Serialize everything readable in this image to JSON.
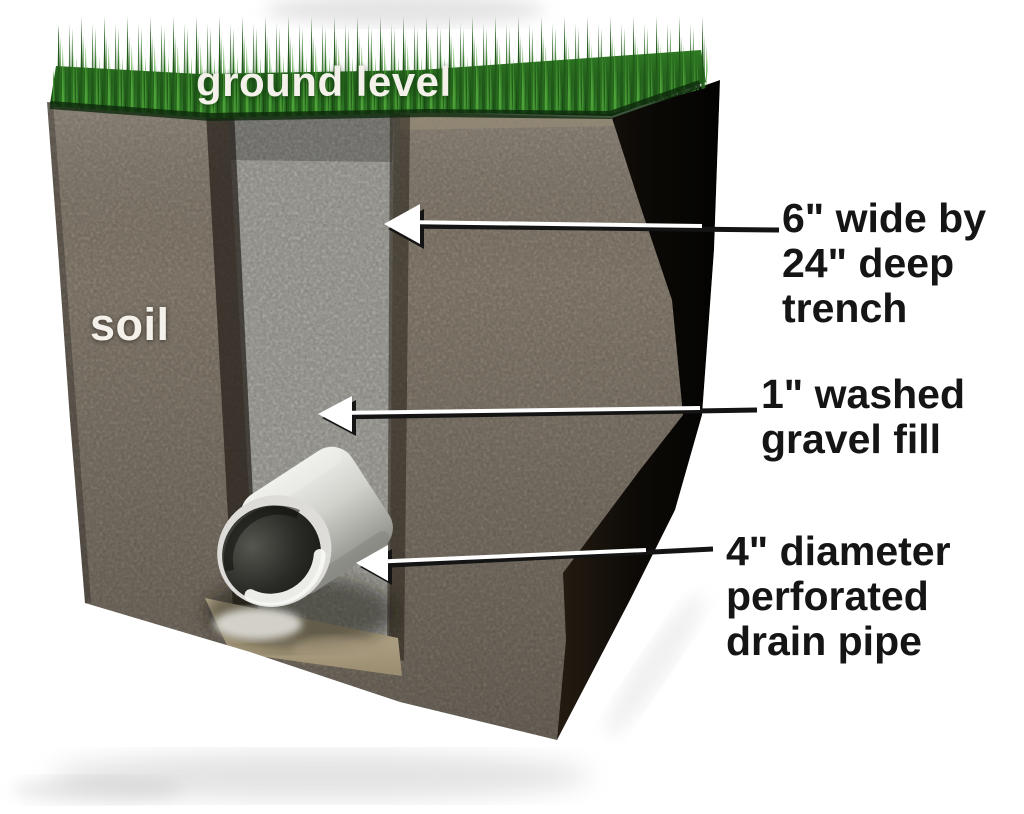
{
  "diagram": {
    "subject": "Trench drain cross-section diagram",
    "ground_level_label": "ground level",
    "soil_label": "soil",
    "annotations": [
      {
        "id": "trench-size",
        "lines": [
          "6\" wide by",
          "24\" deep",
          "trench"
        ]
      },
      {
        "id": "gravel-fill",
        "lines": [
          "1\" washed",
          "gravel fill"
        ]
      },
      {
        "id": "drain-pipe",
        "lines": [
          "4\" diameter",
          "perforated",
          "drain pipe"
        ]
      }
    ],
    "colors": {
      "background": "#ffffff",
      "grass": "#2d6b23",
      "soil": "#6f675c",
      "gravel": "#85847e",
      "shadow_face": "#120d09",
      "pipe": "#c9c9c5",
      "trench_floor": "#b3a688",
      "annotation_text": "#151515",
      "overlay_label_text": "#f3f1e9",
      "leader_line_black": "#141414",
      "leader_line_white": "#ffffff"
    }
  }
}
